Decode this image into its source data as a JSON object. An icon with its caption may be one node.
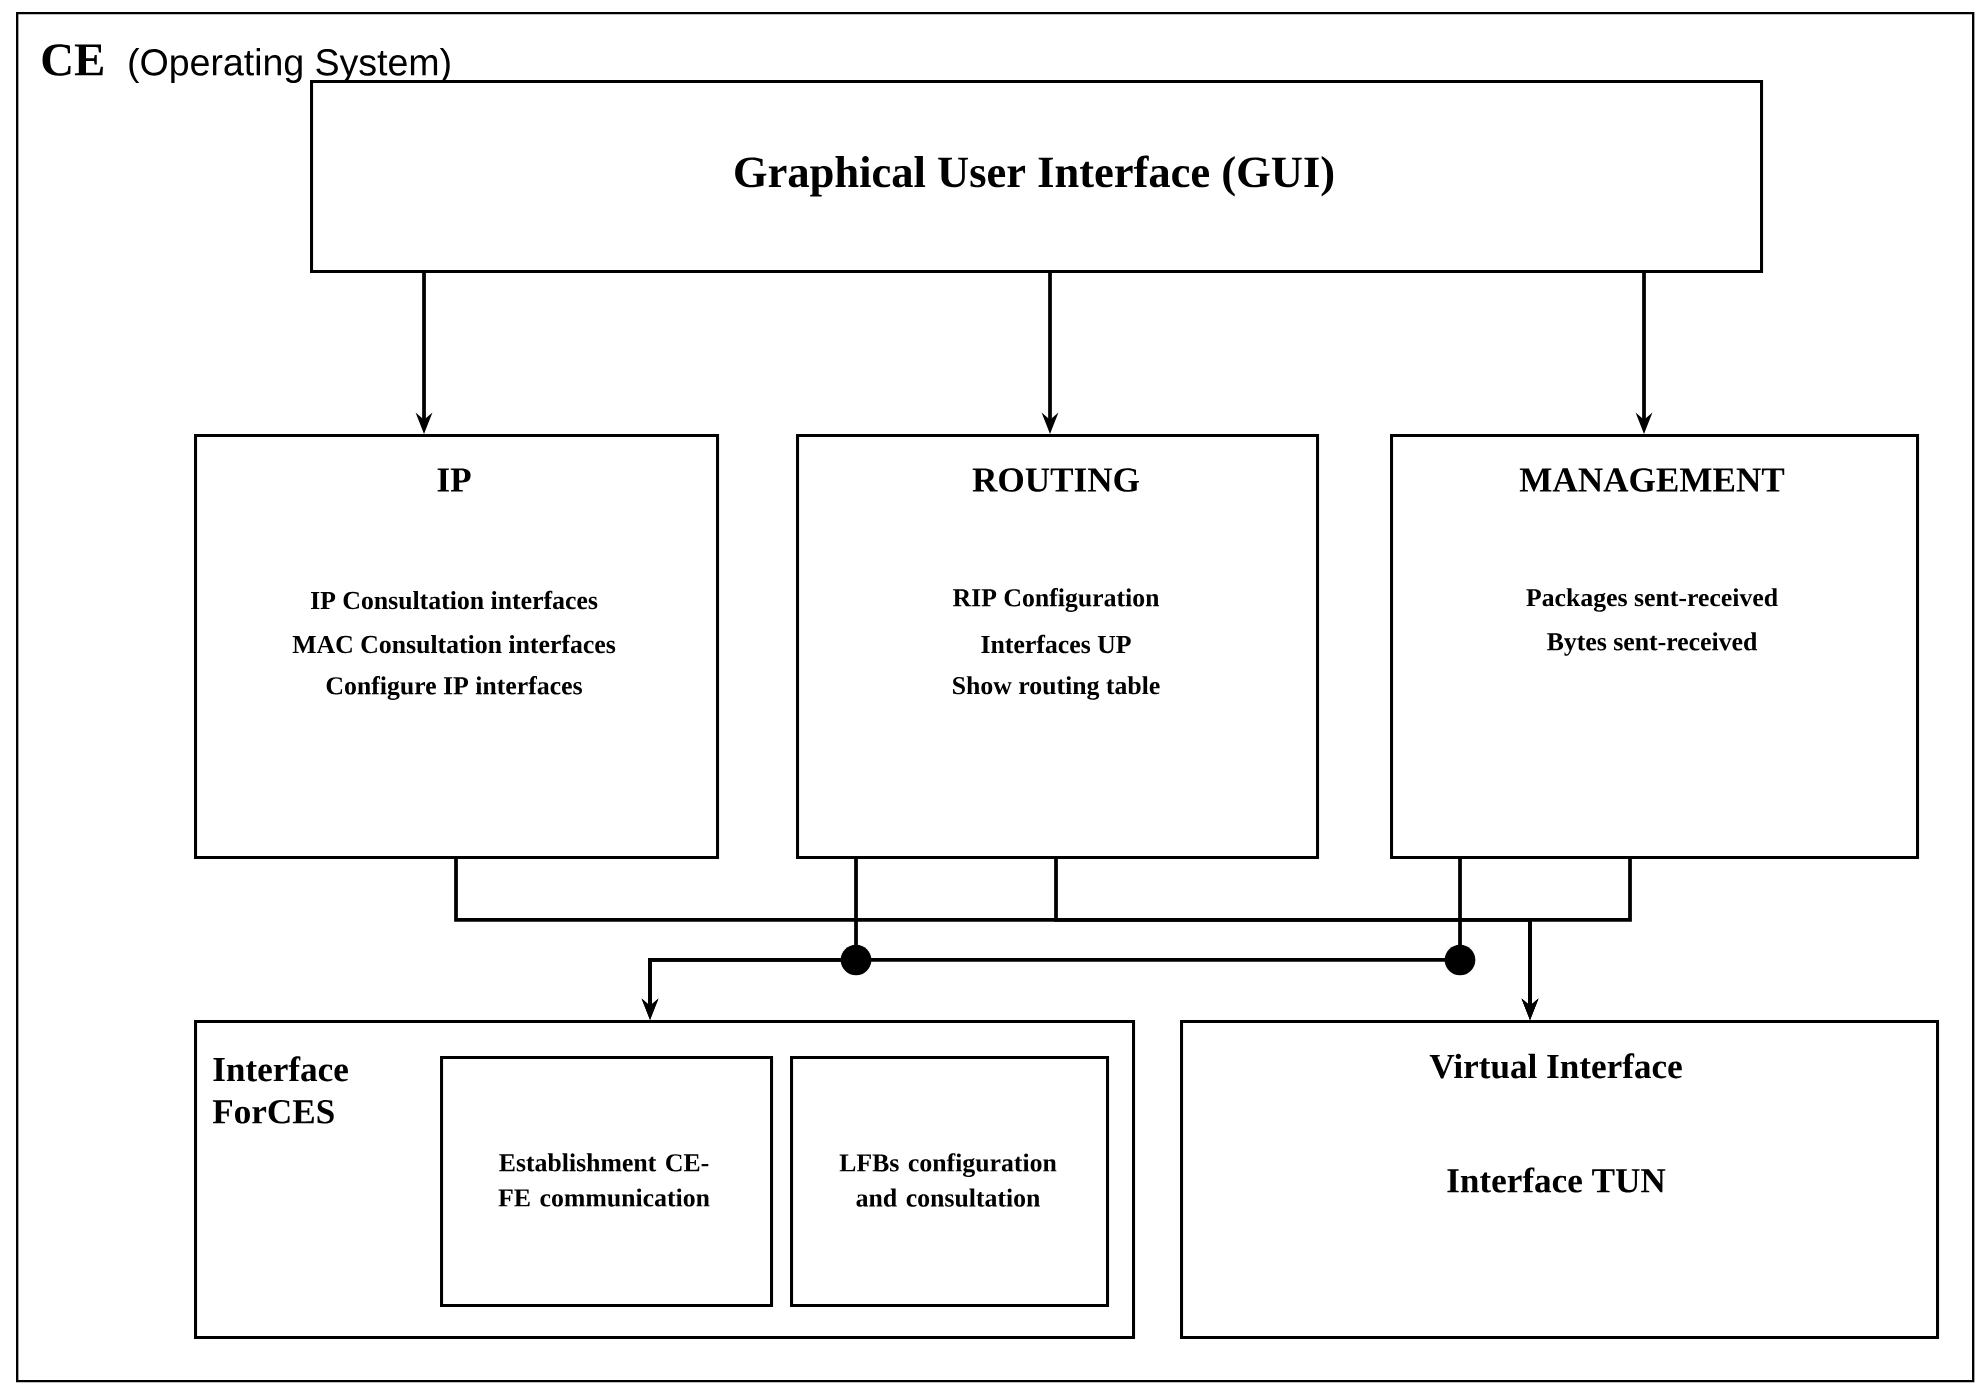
{
  "diagram": {
    "nodes": [
      {
        "text": [
          "CE",
          "(Operating System)"
        ]
      },
      {
        "text": [
          "Graphical User Interface (GUI)"
        ],
        "in": 0
      },
      {
        "text": [
          "IP",
          "IP Consultation interfaces",
          "MAC Consultation interfaces",
          "Configure IP interfaces"
        ],
        "in": 0
      },
      {
        "text": [
          "ROUTING",
          "RIP Configuration",
          "Interfaces UP",
          "Show routing table"
        ],
        "in": 0
      },
      {
        "text": [
          "MANAGEMENT",
          "Packages sent-received",
          "Bytes sent-received"
        ],
        "in": 0
      },
      {
        "text": [
          "Interface ForCES"
        ],
        "in": 0
      },
      {
        "text": [
          "Establishment CE-FE communication"
        ],
        "in": 5
      },
      {
        "text": [
          "LFBs configuration and consultation"
        ],
        "in": 5
      },
      {
        "text": [
          "Virtual Interface",
          "Interface TUN"
        ],
        "in": 0
      }
    ],
    "edges": [
      {
        "from": 1,
        "to": 2,
        "arrow": "to"
      },
      {
        "from": 1,
        "to": 3,
        "arrow": "to"
      },
      {
        "from": 1,
        "to": 4,
        "arrow": "to"
      },
      {
        "from": 2,
        "to": 8,
        "arrow": "to"
      },
      {
        "from": 3,
        "to": 8,
        "arrow": "to"
      },
      {
        "from": 4,
        "to": 8,
        "arrow": "to"
      },
      {
        "from": 3,
        "to": 5,
        "arrow": "to"
      },
      {
        "from": 4,
        "to": 5,
        "arrow": "to"
      }
    ]
  }
}
